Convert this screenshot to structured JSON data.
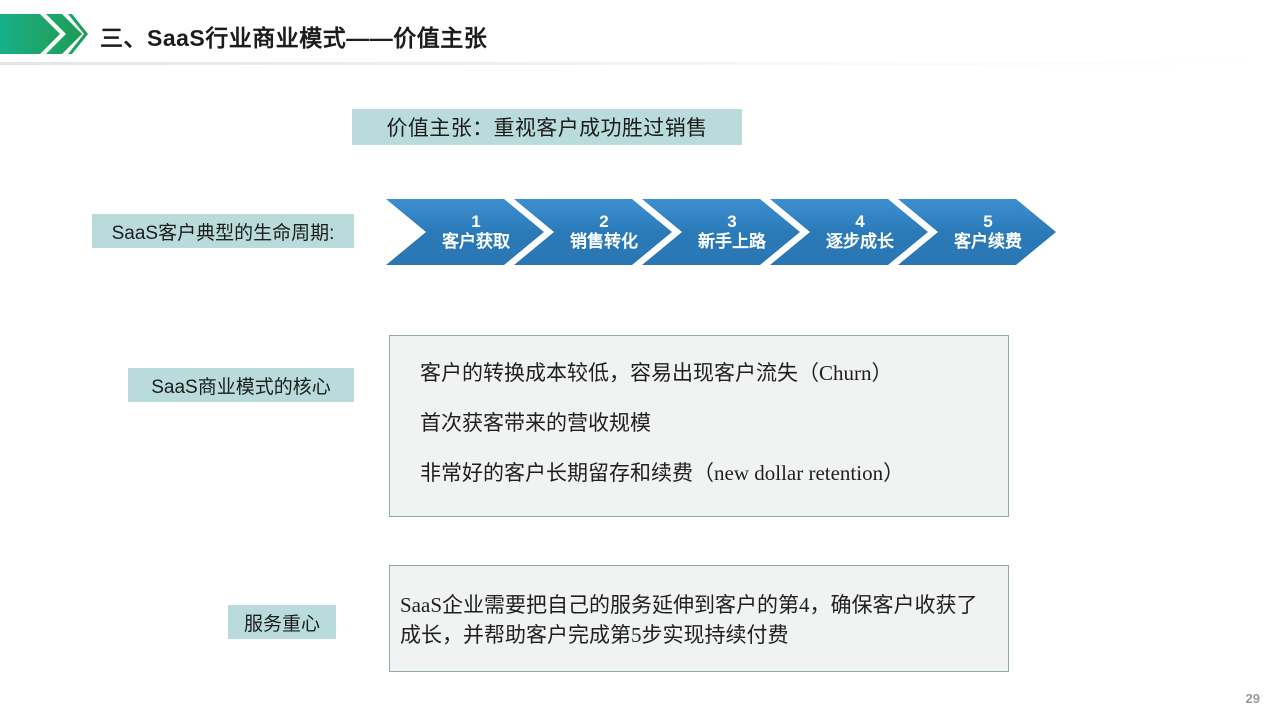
{
  "header": {
    "title": "三、SaaS行业商业模式——价值主张",
    "arrow_icon": "green-chevron-arrow-icon",
    "arrow_color_start": "#19b189",
    "arrow_color_end": "#1d9b55"
  },
  "value_proposition": {
    "banner": "价值主张：重视客户成功胜过销售",
    "chip_color": "#b9dbdb"
  },
  "lifecycle": {
    "label": "SaaS客户典型的生命周期:",
    "chevron_color": "#2a7ab8",
    "steps": [
      {
        "number": "1",
        "text": "客户获取"
      },
      {
        "number": "2",
        "text": "销售转化"
      },
      {
        "number": "3",
        "text": "新手上路"
      },
      {
        "number": "4",
        "text": "逐步成长"
      },
      {
        "number": "5",
        "text": "客户续费"
      }
    ]
  },
  "core_model": {
    "label": "SaaS商业模式的核心",
    "box_border_color": "#8ea7b1",
    "box_fill_color": "#f1f2f2",
    "lines": [
      "客户的转换成本较低，容易出现客户流失（Churn）",
      "首次获客带来的营收规模",
      "非常好的客户长期留存和续费（new dollar retention）"
    ]
  },
  "service_focus": {
    "label": "服务重心",
    "text": "SaaS企业需要把自己的服务延伸到客户的第4，确保客户收获了成长，并帮助客户完成第5步实现持续付费"
  },
  "footer": {
    "page_number": "29"
  }
}
